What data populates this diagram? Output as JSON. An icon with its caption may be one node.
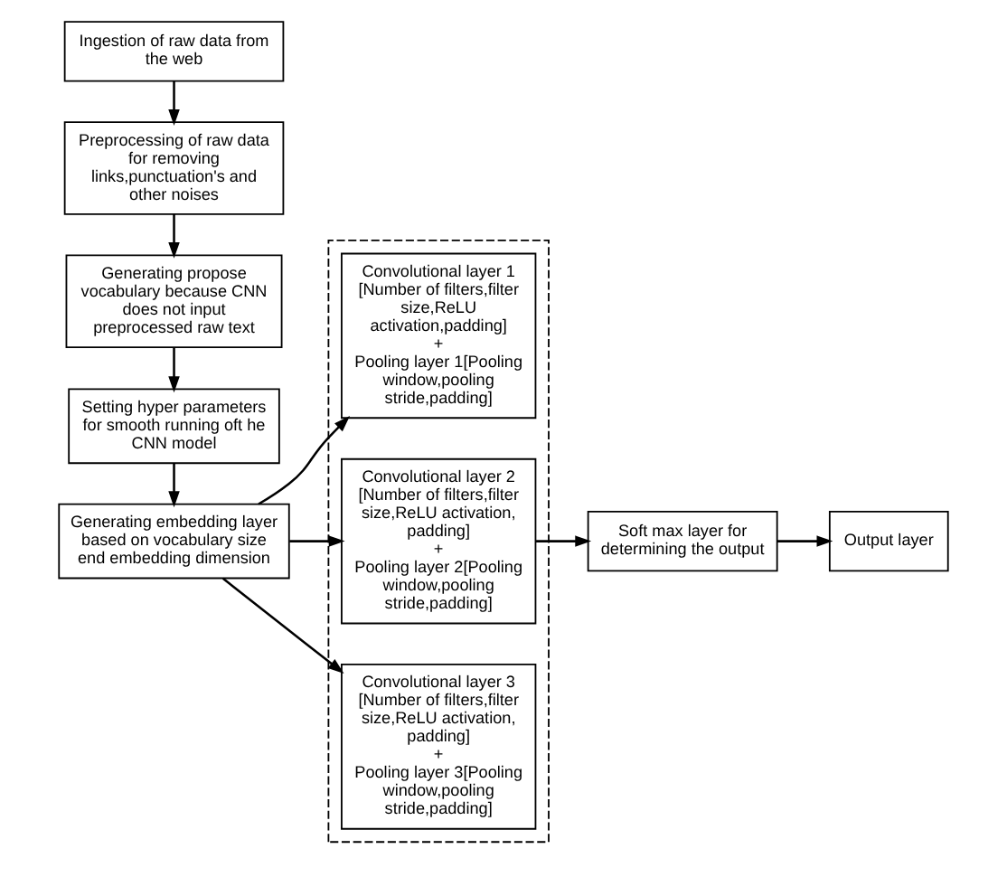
{
  "diagram": {
    "nodes": [
      {
        "text": [
          "Ingestion of raw data from the web"
        ]
      },
      {
        "text": [
          "Preprocessing of raw data for removing links,punctuation's and other noises"
        ]
      },
      {
        "text": [
          "Generating propose vocabulary because CNN does not input preprocessed raw text"
        ]
      },
      {
        "text": [
          "Setting hyper parameters for smooth running oft he CNN model"
        ]
      },
      {
        "text": [
          "Generating embedding layer based on vocabulary size end embedding dimension"
        ]
      },
      {
        "text": [],
        "shape": "box"
      },
      {
        "text": [
          "Convolutional layer 1 [Number of filters,filter size,ReLU activation,padding]",
          "+",
          "Pooling layer 1[Pooling window,pooling stride,padding]"
        ],
        "in": 5
      },
      {
        "text": [
          "Convolutional layer 2 [Number of filters,filter size,ReLU activation, padding]",
          "+",
          "Pooling layer 2[Pooling window,pooling stride,padding]"
        ],
        "in": 5
      },
      {
        "text": [
          "Convolutional layer 3 [Number of filters,filter size,ReLU activation, padding]",
          "+",
          "Pooling layer 3[Pooling window,pooling stride,padding]"
        ],
        "in": 5
      },
      {
        "text": [
          "Soft max layer for determining the output"
        ]
      },
      {
        "text": [
          "Output layer"
        ]
      }
    ],
    "edges": [
      {
        "from": 0,
        "to": 1,
        "arrow": "to"
      },
      {
        "from": 1,
        "to": 2,
        "arrow": "to"
      },
      {
        "from": 2,
        "to": 3,
        "arrow": "to"
      },
      {
        "from": 3,
        "to": 4,
        "arrow": "to"
      },
      {
        "from": 4,
        "to": 6,
        "arrow": "to"
      },
      {
        "from": 4,
        "to": 7,
        "arrow": "to"
      },
      {
        "from": 4,
        "to": 8,
        "arrow": "to"
      },
      {
        "from": 7,
        "to": 9,
        "arrow": "to"
      },
      {
        "from": 9,
        "to": 10,
        "arrow": "to"
      }
    ]
  }
}
